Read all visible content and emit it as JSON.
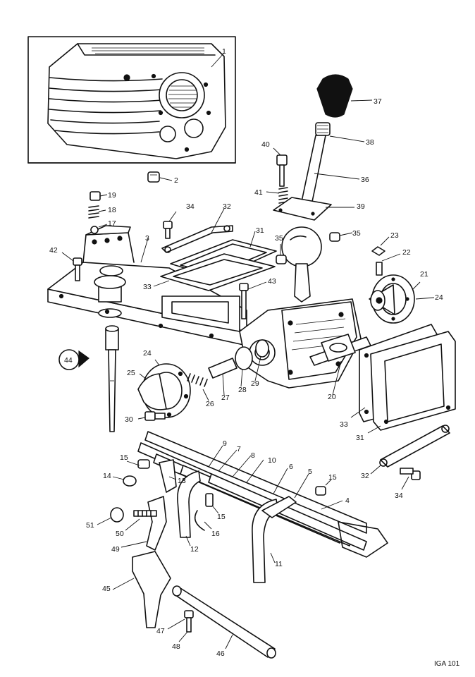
{
  "drawing_ref": "IGA 101",
  "callouts": [
    {
      "id": "c1",
      "text": "1"
    },
    {
      "id": "c2",
      "text": "2"
    },
    {
      "id": "c3",
      "text": "3"
    },
    {
      "id": "c4",
      "text": "4"
    },
    {
      "id": "c5",
      "text": "5"
    },
    {
      "id": "c6",
      "text": "6"
    },
    {
      "id": "c7",
      "text": "7"
    },
    {
      "id": "c8",
      "text": "8"
    },
    {
      "id": "c9",
      "text": "9"
    },
    {
      "id": "c10",
      "text": "10"
    },
    {
      "id": "c11",
      "text": "11"
    },
    {
      "id": "c12",
      "text": "12"
    },
    {
      "id": "c13",
      "text": "13"
    },
    {
      "id": "c14",
      "text": "14"
    },
    {
      "id": "c15a",
      "text": "15"
    },
    {
      "id": "c15b",
      "text": "15"
    },
    {
      "id": "c15c",
      "text": "15"
    },
    {
      "id": "c16",
      "text": "16"
    },
    {
      "id": "c17",
      "text": "17"
    },
    {
      "id": "c18",
      "text": "18"
    },
    {
      "id": "c19",
      "text": "19"
    },
    {
      "id": "c20",
      "text": "20"
    },
    {
      "id": "c21",
      "text": "21"
    },
    {
      "id": "c22",
      "text": "22"
    },
    {
      "id": "c23",
      "text": "23"
    },
    {
      "id": "c24a",
      "text": "24"
    },
    {
      "id": "c24b",
      "text": "24"
    },
    {
      "id": "c25",
      "text": "25"
    },
    {
      "id": "c26",
      "text": "26"
    },
    {
      "id": "c27",
      "text": "27"
    },
    {
      "id": "c28",
      "text": "28"
    },
    {
      "id": "c29",
      "text": "29"
    },
    {
      "id": "c30",
      "text": "30"
    },
    {
      "id": "c31a",
      "text": "31"
    },
    {
      "id": "c31b",
      "text": "31"
    },
    {
      "id": "c32a",
      "text": "32"
    },
    {
      "id": "c32b",
      "text": "32"
    },
    {
      "id": "c33a",
      "text": "33"
    },
    {
      "id": "c33b",
      "text": "33"
    },
    {
      "id": "c34a",
      "text": "34"
    },
    {
      "id": "c34b",
      "text": "34"
    },
    {
      "id": "c35a",
      "text": "35"
    },
    {
      "id": "c35b",
      "text": "35"
    },
    {
      "id": "c36",
      "text": "36"
    },
    {
      "id": "c37",
      "text": "37"
    },
    {
      "id": "c38",
      "text": "38"
    },
    {
      "id": "c39",
      "text": "39"
    },
    {
      "id": "c40",
      "text": "40"
    },
    {
      "id": "c41",
      "text": "41"
    },
    {
      "id": "c42",
      "text": "42"
    },
    {
      "id": "c43",
      "text": "43"
    },
    {
      "id": "c44",
      "text": "44"
    },
    {
      "id": "c45",
      "text": "45"
    },
    {
      "id": "c46",
      "text": "46"
    },
    {
      "id": "c47",
      "text": "47"
    },
    {
      "id": "c48",
      "text": "48"
    },
    {
      "id": "c49",
      "text": "49"
    },
    {
      "id": "c50",
      "text": "50"
    },
    {
      "id": "c51",
      "text": "51"
    }
  ]
}
